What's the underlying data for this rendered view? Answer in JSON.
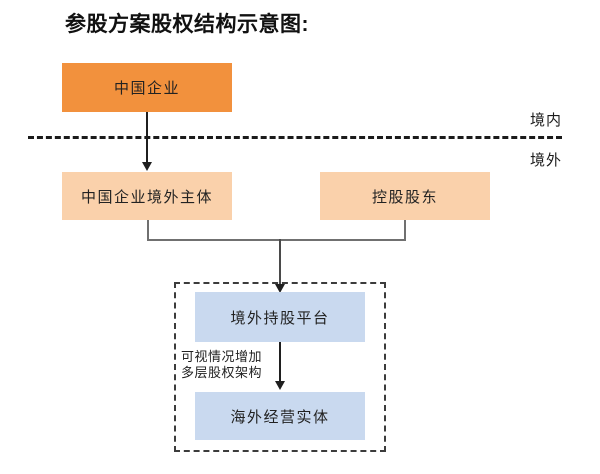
{
  "title": "参股方案股权结构示意图:",
  "regions": {
    "domestic": "境内",
    "overseas": "境外"
  },
  "nodes": {
    "china_enterprise": {
      "label": "中国企业"
    },
    "china_enterprise_overseas_entity": {
      "label": "中国企业境外主体"
    },
    "controlling_shareholder": {
      "label": "控股股东"
    },
    "overseas_holding_platform": {
      "label": "境外持股平台"
    },
    "overseas_operating_entity": {
      "label": "海外经营实体"
    }
  },
  "annotation": {
    "line1": "可视情况增加",
    "line2": "多层股权架构"
  },
  "colors": {
    "primary_orange": "#F2913D",
    "light_orange": "#FAD1AB",
    "light_blue": "#C9D9EF",
    "connector": "#707070",
    "arrow": "#1F1F1F"
  }
}
